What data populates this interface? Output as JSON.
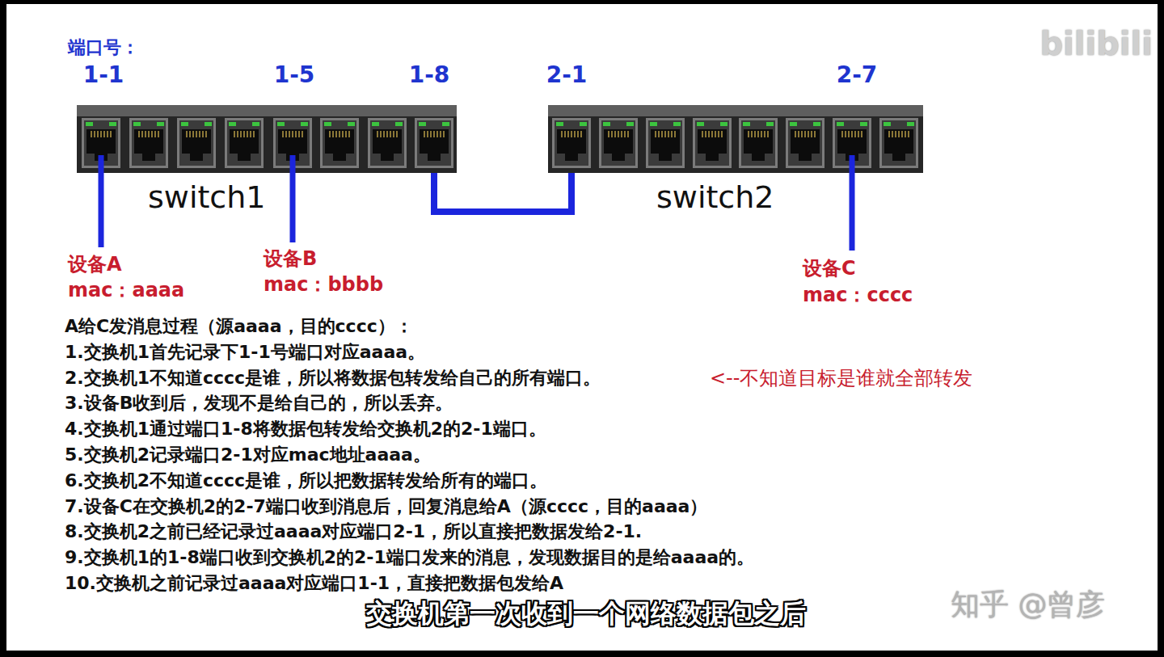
{
  "diagram": {
    "caption": "交换机第一次收到一个网络数据包之后",
    "nodes": [
      {
        "text": [
          "switch1"
        ]
      },
      {
        "text": [
          "switch2"
        ]
      }
    ],
    "edges": [
      {
        "from": 0,
        "to": 1,
        "arrow": "none"
      }
    ],
    "labels": [
      "端口号：",
      "1-1",
      "1-5",
      "1-8",
      "2-1",
      "2-7",
      "设备A",
      "mac：aaaa",
      "设备B",
      "mac：bbbb",
      "设备C",
      "mac：cccc",
      "A给C发消息过程（源aaaa，目的cccc）：",
      "1.交换机1首先记录下1-1号端口对应aaaa。",
      "2.交换机1不知道cccc是谁，所以将数据包转发给自己的所有端口。",
      "<--不知道目标是谁就全部转发",
      "3.设备B收到后，发现不是给自己的，所以丢弃。",
      "4.交换机1通过端口1-8将数据包转发给交换机2的2-1端口。",
      "5.交换机2记录端口2-1对应mac地址aaaa。",
      "6.交换机2不知道cccc是谁，所以把数据转发给所有的端口。",
      "7.设备C在交换机2的2-7端口收到消息后，回复消息给A（源cccc，目的aaaa）",
      "8.交换机2之前已经记录过aaaa对应端口2-1，所以直接把数据发给2-1.",
      "9.交换机1的1-8端口收到交换机2的2-1端口发来的消息，发现数据目的是给aaaa的。",
      "10.交换机之前记录过aaaa对应端口1-1，直接把数据包发给A",
      "知乎 @曾彦",
      "bilibili"
    ]
  }
}
